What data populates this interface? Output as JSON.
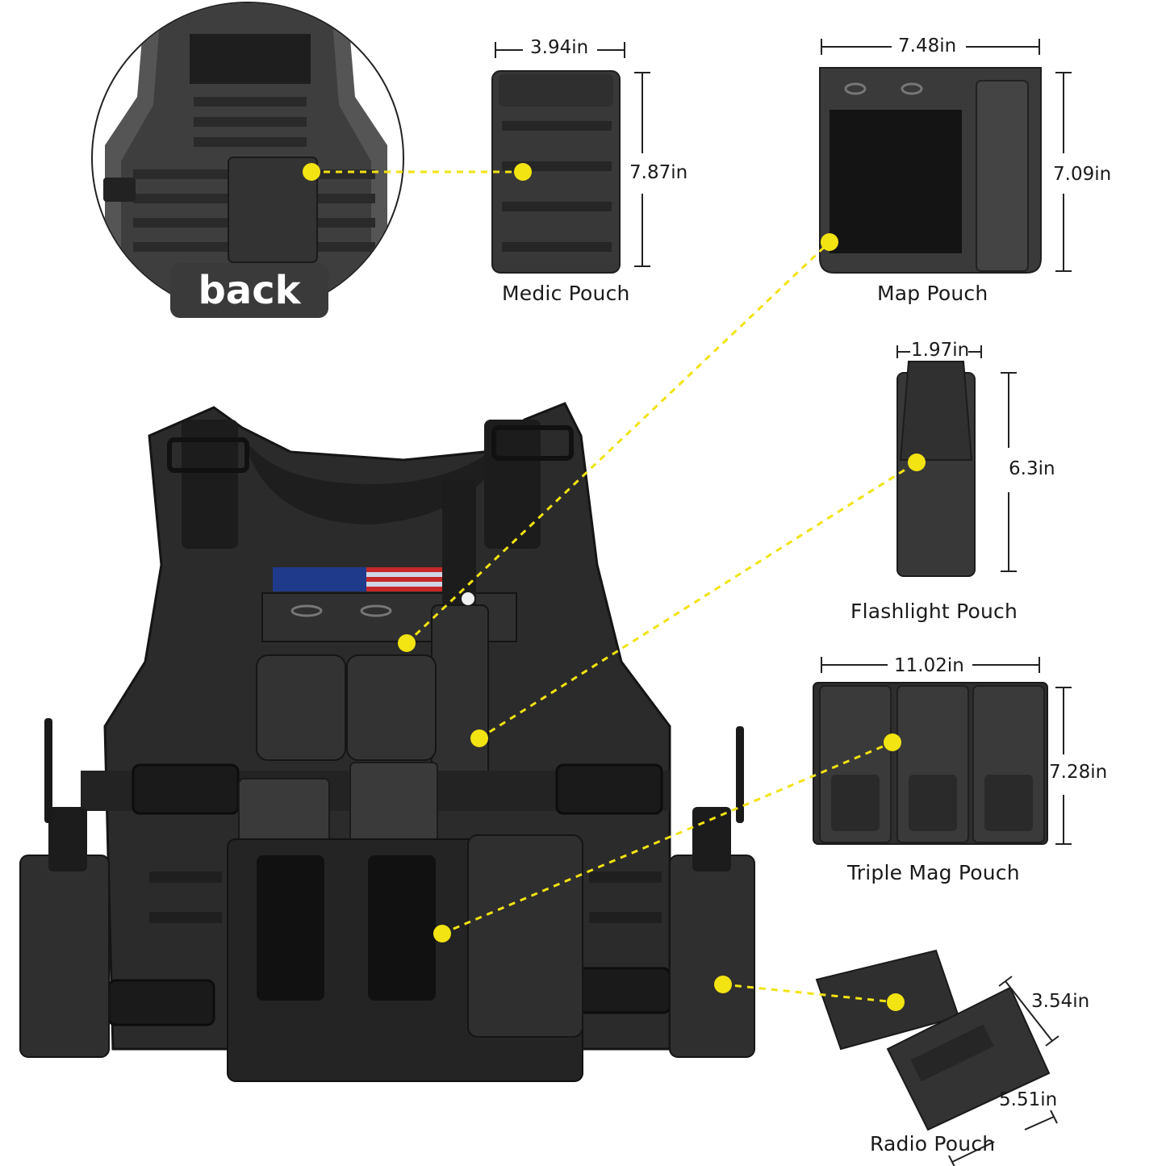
{
  "badge": "back",
  "pouches": {
    "medic": {
      "name": "Medic Pouch",
      "width": "3.94in",
      "height": "7.87in"
    },
    "map": {
      "name": "Map Pouch",
      "width": "7.48in",
      "height": "7.09in"
    },
    "flashlight": {
      "name": "Flashlight Pouch",
      "width": "1.97in",
      "height": "6.3in"
    },
    "triple_mag": {
      "name": "Triple Mag Pouch",
      "width": "11.02in",
      "height": "7.28in"
    },
    "radio": {
      "name": "Radio Pouch",
      "width": "3.54in",
      "length": "5.51in"
    }
  },
  "colors": {
    "accent": "#f2e312",
    "fabric": "#2b2b2b",
    "fabric_light": "#3d3d3d",
    "webbing": "#1c1c1c",
    "badge": "#3a3a3a"
  }
}
